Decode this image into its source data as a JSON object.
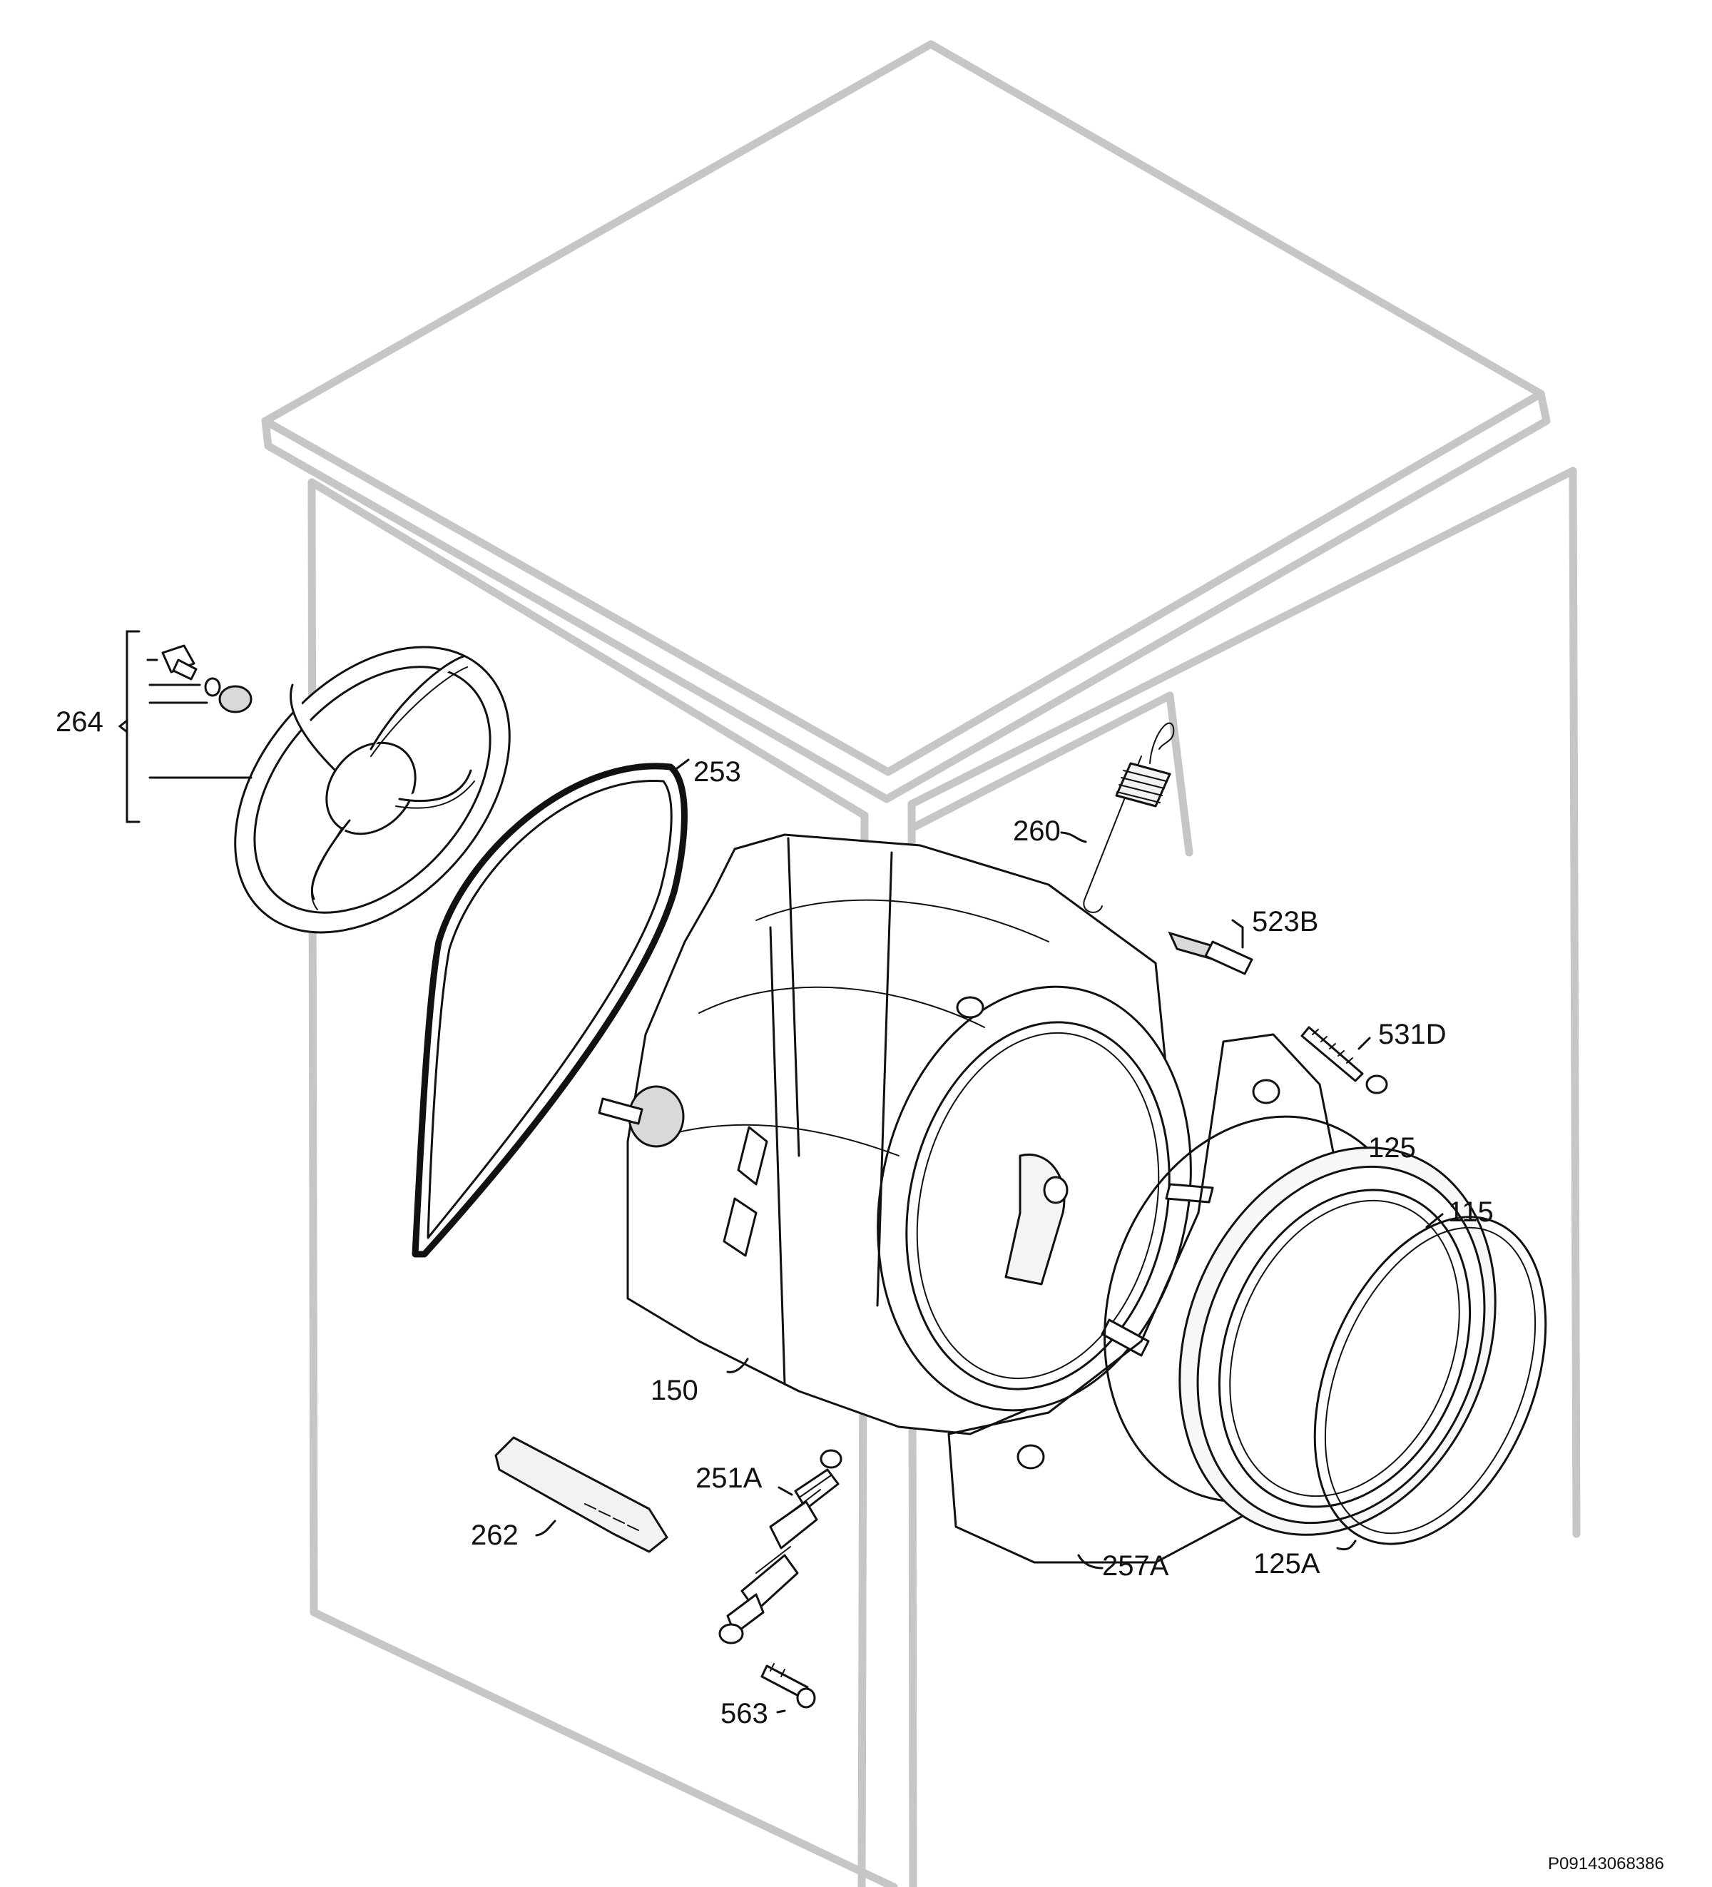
{
  "diagram": {
    "parts": [
      {
        "id": "264",
        "label": "264"
      },
      {
        "id": "253",
        "label": "253"
      },
      {
        "id": "260",
        "label": "260"
      },
      {
        "id": "523B",
        "label": "523B"
      },
      {
        "id": "531D",
        "label": "531D"
      },
      {
        "id": "125",
        "label": "125"
      },
      {
        "id": "115",
        "label": "115"
      },
      {
        "id": "150",
        "label": "150"
      },
      {
        "id": "251A",
        "label": "251A"
      },
      {
        "id": "262",
        "label": "262"
      },
      {
        "id": "257A",
        "label": "257A"
      },
      {
        "id": "125A",
        "label": "125A"
      },
      {
        "id": "563",
        "label": "563"
      }
    ],
    "reference_code": "P09143068386"
  }
}
